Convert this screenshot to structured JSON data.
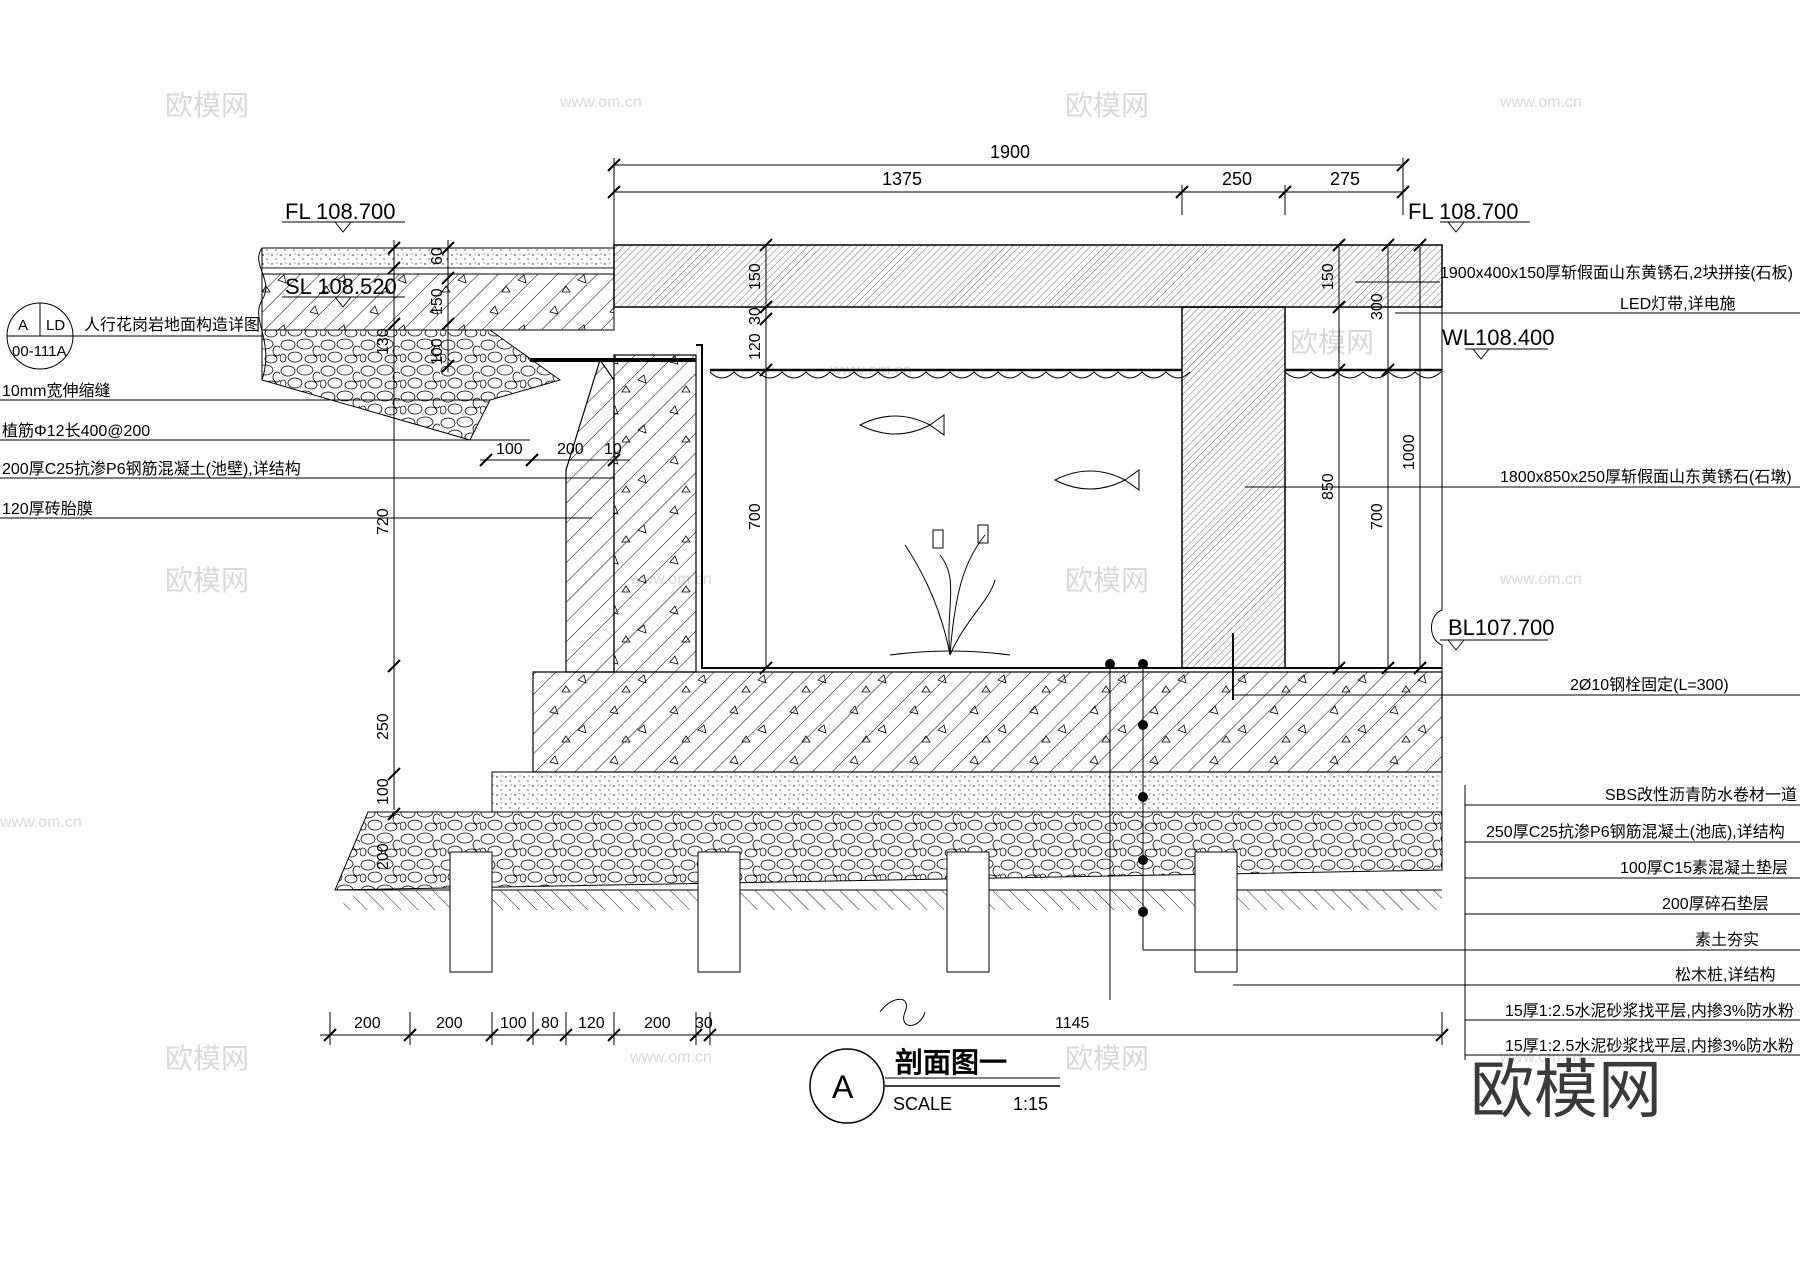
{
  "watermark": {
    "brand": "欧模网",
    "url": "www.om.cn",
    "big_logo": "欧模网"
  },
  "top_dims": {
    "overall": "1900",
    "seg1": "1375",
    "seg2": "250",
    "seg3": "275"
  },
  "levels": {
    "fl_left": "FL  108.700",
    "sl_left": "SL  108.520",
    "fl_right": "FL  108.700",
    "wl_right": "WL108.400",
    "bl_right": "BL107.700"
  },
  "detail_ref": {
    "letter": "A",
    "code": "LD",
    "sheet": "00-111A"
  },
  "left_notes": [
    "人行花岗岩地面构造详图",
    "10mm宽伸缩缝",
    "植筋Φ12长400@200",
    "200厚C25抗渗P6钢筋混凝土(池壁),详结构",
    "120厚砖胎膜"
  ],
  "right_notes_top": [
    "1900x400x150厚斩假面山东黄锈石,2块拼接(石板)",
    "LED灯带,详电施",
    "1800x850x250厚斩假面山东黄锈石(石墩)",
    "2Ø10钢栓固定(L=300)"
  ],
  "right_notes_layers": [
    "SBS改性沥青防水卷材一道",
    "250厚C25抗渗P6钢筋混凝土(池底),详结构",
    "100厚C15素混凝土垫层",
    "200厚碎石垫层",
    "素土夯实",
    "松木桩,详结构",
    "15厚1:2.5水泥砂浆找平层,内掺3%防水粉",
    "15厚1:2.5水泥砂浆找平层,内掺3%防水粉"
  ],
  "left_dims": {
    "d60": "60",
    "d150a": "150",
    "d130": "130",
    "d100a": "100",
    "d720": "720",
    "d250": "250",
    "d100b": "100",
    "d200": "200"
  },
  "wall_dims": {
    "d100": "100",
    "d200": "200",
    "d10": "10"
  },
  "pool_dims": {
    "d150": "150",
    "d30": "30",
    "d120": "120",
    "d700": "700"
  },
  "right_dims": {
    "d150": "150",
    "d300": "300",
    "d850": "850",
    "d700": "700",
    "d1000": "1000"
  },
  "bottom_dims": [
    "200",
    "200",
    "100",
    "80",
    "120",
    "200",
    "30",
    "1145"
  ],
  "title": {
    "letter": "A",
    "name": "剖面图一",
    "scale_label": "SCALE",
    "scale_value": "1:15"
  }
}
